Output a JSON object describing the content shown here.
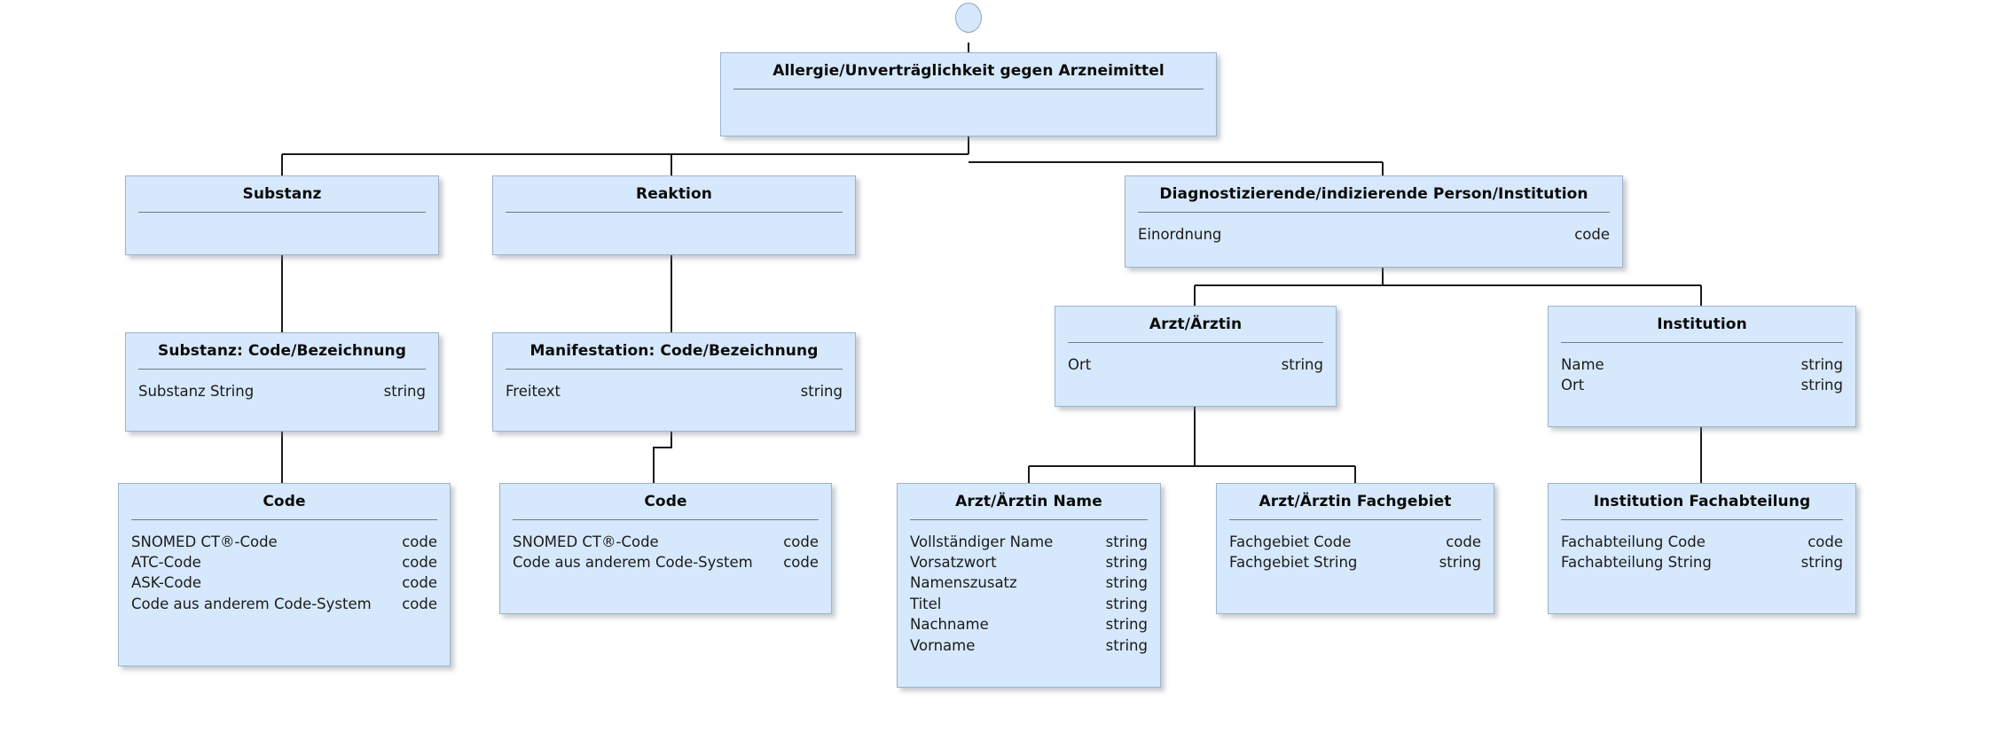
{
  "diagram": {
    "title": "Allergie/Unverträglichkeit gegen Arzneimittel",
    "type": "uml-class-tree",
    "colors": {
      "node_fill": "#d6e8fb",
      "node_border": "#9ab4cd",
      "separator": "#6e7b86",
      "edge": "#1a1a1a",
      "text": "#111111",
      "background": "#ffffff"
    },
    "start_node": {
      "name": "start-circle"
    },
    "nodes": [
      {
        "id": "root",
        "title": "Allergie/Unverträglichkeit gegen Arzneimittel",
        "attrs": []
      },
      {
        "id": "substanz",
        "title": "Substanz",
        "attrs": []
      },
      {
        "id": "reaktion",
        "title": "Reaktion",
        "attrs": []
      },
      {
        "id": "diagnostizierende",
        "title": "Diagnostizierende/indizierende Person/Institution",
        "attrs": [
          {
            "name": "Einordnung",
            "type": "code"
          }
        ]
      },
      {
        "id": "substanz-code",
        "title": "Substanz: Code/Bezeichnung",
        "attrs": [
          {
            "name": "Substanz String",
            "type": "string"
          }
        ]
      },
      {
        "id": "manifestation-code",
        "title": "Manifestation: Code/Bezeichnung",
        "attrs": [
          {
            "name": "Freitext",
            "type": "string"
          }
        ]
      },
      {
        "id": "arzt",
        "title": "Arzt/Ärztin",
        "attrs": [
          {
            "name": "Ort",
            "type": "string"
          }
        ]
      },
      {
        "id": "institution",
        "title": "Institution",
        "attrs": [
          {
            "name": "Name",
            "type": "string"
          },
          {
            "name": "Ort",
            "type": "string"
          }
        ]
      },
      {
        "id": "code-substanz",
        "title": "Code",
        "attrs": [
          {
            "name": "SNOMED CT®-Code",
            "type": "code"
          },
          {
            "name": "ATC-Code",
            "type": "code"
          },
          {
            "name": "ASK-Code",
            "type": "code"
          },
          {
            "name": "Code aus anderem Code-System",
            "type": "code"
          }
        ]
      },
      {
        "id": "code-manifestation",
        "title": "Code",
        "attrs": [
          {
            "name": "SNOMED CT®-Code",
            "type": "code"
          },
          {
            "name": "Code aus anderem Code-System",
            "type": "code"
          }
        ]
      },
      {
        "id": "arzt-name",
        "title": "Arzt/Ärztin Name",
        "attrs": [
          {
            "name": "Vollständiger Name",
            "type": "string"
          },
          {
            "name": "Vorsatzwort",
            "type": "string"
          },
          {
            "name": "Namenszusatz",
            "type": "string"
          },
          {
            "name": "Titel",
            "type": "string"
          },
          {
            "name": "Nachname",
            "type": "string"
          },
          {
            "name": "Vorname",
            "type": "string"
          }
        ]
      },
      {
        "id": "arzt-fachgebiet",
        "title": "Arzt/Ärztin Fachgebiet",
        "attrs": [
          {
            "name": "Fachgebiet Code",
            "type": "code"
          },
          {
            "name": "Fachgebiet String",
            "type": "string"
          }
        ]
      },
      {
        "id": "institution-fachabteilung",
        "title": "Institution Fachabteilung",
        "attrs": [
          {
            "name": "Fachabteilung Code",
            "type": "code"
          },
          {
            "name": "Fachabteilung String",
            "type": "string"
          }
        ]
      }
    ],
    "edges": [
      {
        "from": "start-circle",
        "to": "root"
      },
      {
        "from": "root",
        "to": "substanz"
      },
      {
        "from": "root",
        "to": "reaktion"
      },
      {
        "from": "root",
        "to": "diagnostizierende"
      },
      {
        "from": "substanz",
        "to": "substanz-code"
      },
      {
        "from": "reaktion",
        "to": "manifestation-code"
      },
      {
        "from": "diagnostizierende",
        "to": "arzt"
      },
      {
        "from": "diagnostizierende",
        "to": "institution"
      },
      {
        "from": "substanz-code",
        "to": "code-substanz"
      },
      {
        "from": "manifestation-code",
        "to": "code-manifestation"
      },
      {
        "from": "arzt",
        "to": "arzt-name"
      },
      {
        "from": "arzt",
        "to": "arzt-fachgebiet"
      },
      {
        "from": "institution",
        "to": "institution-fachabteilung"
      }
    ]
  }
}
